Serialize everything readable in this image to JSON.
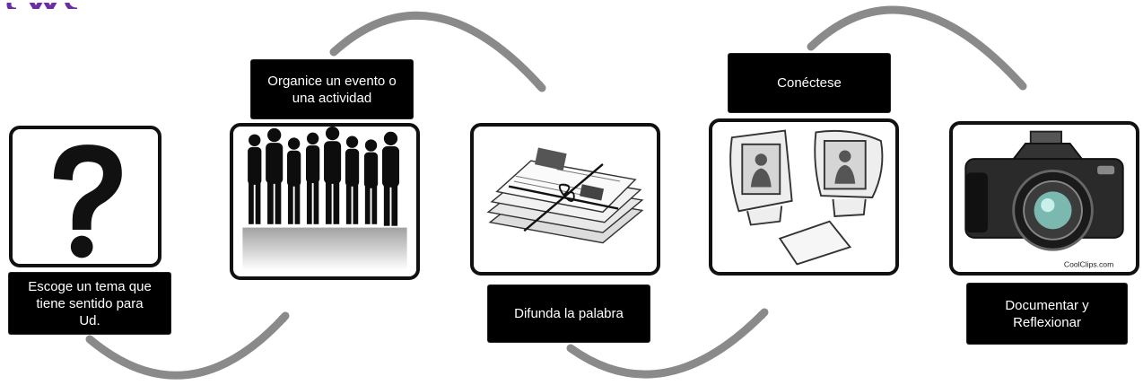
{
  "steps": [
    {
      "label": "Escoge un tema que\ntiene sentido para\nUd.",
      "icon": "question-mark-icon"
    },
    {
      "label": "Organice un evento o\nuna actividad",
      "icon": "people-silhouettes-icon"
    },
    {
      "label": "Difunda la palabra",
      "icon": "newspapers-icon"
    },
    {
      "label": "Conéctese",
      "icon": "computer-monitors-icon"
    },
    {
      "label": "Documentar y\nReflexionar",
      "icon": "camera-icon"
    }
  ],
  "camera_watermark": "CoolClips.com",
  "colors": {
    "arrow": "#8a8a8a",
    "label_bg": "#000000",
    "logo": "#6b2fa3"
  }
}
